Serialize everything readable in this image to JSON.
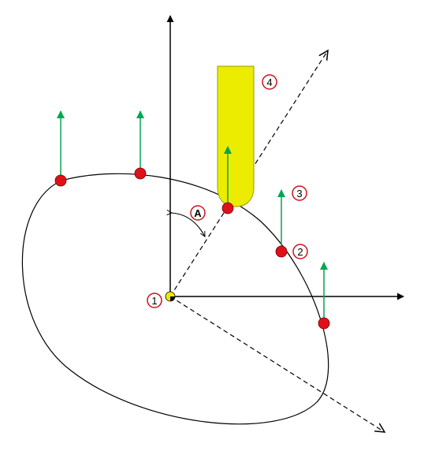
{
  "diagram": {
    "labels": {
      "angle": "A",
      "point_1": "1",
      "point_2": "2",
      "point_3": "3",
      "point_4": "4"
    },
    "colors": {
      "background": "#ffffff",
      "axes": "#000000",
      "ellipse": "#000000",
      "contact_points": "#e0101a",
      "normal_vectors": "#00a651",
      "tool": "#ecec00",
      "tool_outline": "#9a9a00",
      "origin_marker": "#f2e600",
      "label_ring": "#d0101a"
    },
    "icons": {
      "contact_point": "red-dot-icon",
      "normal_vector": "green-up-arrow-icon",
      "tool": "ball-end-mill-icon",
      "origin": "origin-half-disc-icon"
    }
  }
}
